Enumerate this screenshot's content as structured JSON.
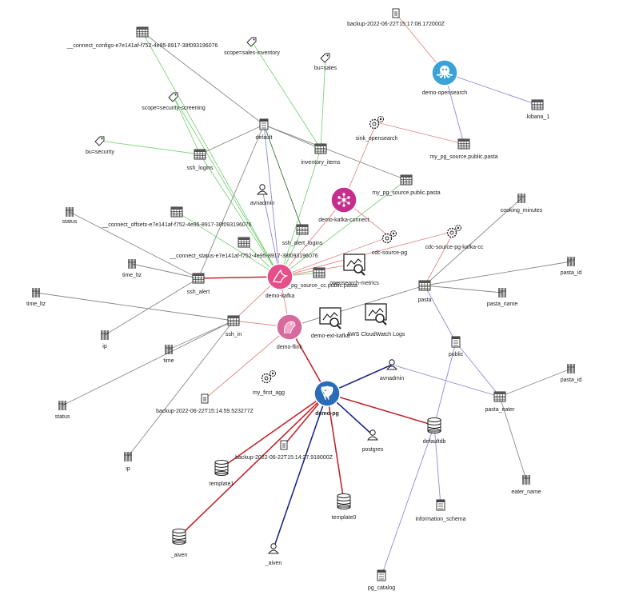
{
  "colors": {
    "kafka": "#e44f89",
    "flink": "#d76a9c",
    "pg": "#2a6cb8",
    "opensearch": "#3aa2d6",
    "kconnect": "#c42f8e",
    "edge_red": "#c0282d",
    "edge_navy": "#1d2a86",
    "edge_green": "#7fd37a",
    "edge_gray": "#8a8a8a",
    "edge_salmon": "#e08b86",
    "edge_lavender": "#8d8ad6",
    "edge_darkgreen": "#3f6e3f"
  },
  "nodes": [
    {
      "id": "connect_configs",
      "icon": "table-icon",
      "label": "__connect_configs-e7e141af-f752-4e95-8917-38f093196076"
    },
    {
      "id": "scope_sales",
      "icon": "tag-icon",
      "label": "scope=sales-inventory"
    },
    {
      "id": "bu_sales",
      "icon": "tag-icon",
      "label": "bu=sales"
    },
    {
      "id": "backup_os",
      "icon": "backup-icon",
      "label": "backup-2022-06-22T15:17:08.172000Z"
    },
    {
      "id": "demo_opensearch",
      "icon": "opensearch-service-icon",
      "label": "demo-opensearch"
    },
    {
      "id": "kibana",
      "icon": "table-icon",
      "label": ".kibana_1"
    },
    {
      "id": "scope_security",
      "icon": "tag-icon",
      "label": "scope=security-screening"
    },
    {
      "id": "default",
      "icon": "schema-icon",
      "label": "default"
    },
    {
      "id": "sink_opensearch",
      "icon": "connector-icon",
      "label": "sink_opensearch"
    },
    {
      "id": "os_pasta",
      "icon": "table-icon",
      "label": "my_pg_source.public.pasta"
    },
    {
      "id": "bu_security",
      "icon": "tag-icon",
      "label": "bu=security"
    },
    {
      "id": "ssh_logins",
      "icon": "table-icon",
      "label": "ssh_logins"
    },
    {
      "id": "inventory_items",
      "icon": "table-icon",
      "label": "inventory_items"
    },
    {
      "id": "mypg_pasta_topic",
      "icon": "table-icon",
      "label": "my_pg_source.public.pasta"
    },
    {
      "id": "avnadmin_kafka",
      "icon": "user-icon",
      "label": "avnadmin"
    },
    {
      "id": "demo_kafka_connect",
      "icon": "kafka-connect-service-icon",
      "label": "demo-kafka-connect"
    },
    {
      "id": "cooking_minutes",
      "icon": "column-icon",
      "label": "cooking_minutes"
    },
    {
      "id": "status1",
      "icon": "column-icon",
      "label": "status"
    },
    {
      "id": "connect_offsets",
      "icon": "table-icon",
      "label": "__connect_offsets-e7e141af-f752-4e95-8917-38f093196076"
    },
    {
      "id": "ssh_alert_logins",
      "icon": "table-icon",
      "label": "ssh_alert_logins"
    },
    {
      "id": "cdc_source_pg_kafka_cc",
      "icon": "connector-icon",
      "label": "cdc-source-pg-kafka-cc"
    },
    {
      "id": "cdc_source_pg",
      "icon": "connector-icon",
      "label": "cdc-source-pg"
    },
    {
      "id": "connect_status",
      "icon": "table-icon",
      "label": "__connect_status-e7e141af-f752-4e95-8917-38f093196076"
    },
    {
      "id": "time_ltz1",
      "icon": "column-icon",
      "label": "time_ltz"
    },
    {
      "id": "pasta_id1",
      "icon": "column-icon",
      "label": "pasta_id"
    },
    {
      "id": "my_pg_source_cc",
      "icon": "table-icon",
      "label": "my_pg_source_cc.public.pasta"
    },
    {
      "id": "opensearch_metrics",
      "icon": "integration-icon",
      "label": "opensearch-metrics"
    },
    {
      "id": "ssh_alert",
      "icon": "table-icon",
      "label": "ssh_alert"
    },
    {
      "id": "demo_kafka",
      "icon": "kafka-service-icon",
      "label": "demo-kafka"
    },
    {
      "id": "pasta",
      "icon": "table-icon",
      "label": "pasta"
    },
    {
      "id": "pasta_name",
      "icon": "column-icon",
      "label": "pasta_name"
    },
    {
      "id": "time_ltz2",
      "icon": "column-icon",
      "label": "time_ltz"
    },
    {
      "id": "demo_ext_kafka",
      "icon": "integration-icon",
      "label": "demo-ext-kafka"
    },
    {
      "id": "aws_cloudwatch",
      "icon": "integration-icon",
      "label": "AWS CloudWatch Logs"
    },
    {
      "id": "ssh_in",
      "icon": "table-icon",
      "label": "ssh_in"
    },
    {
      "id": "demo_flink",
      "icon": "flink-service-icon",
      "label": "demo-flink"
    },
    {
      "id": "ip1",
      "icon": "column-icon",
      "label": "ip"
    },
    {
      "id": "time",
      "icon": "column-icon",
      "label": "time"
    },
    {
      "id": "public",
      "icon": "schema-icon",
      "label": "public"
    },
    {
      "id": "avnadmin_pg",
      "icon": "user-icon",
      "label": "avnadmin"
    },
    {
      "id": "pasta_id2",
      "icon": "column-icon",
      "label": "pasta_id"
    },
    {
      "id": "my_first_agg",
      "icon": "connector-icon",
      "label": "my_first_agg"
    },
    {
      "id": "backup_kafka",
      "icon": "backup-icon",
      "label": "backup-2022-06-22T15:14:59.523277Z"
    },
    {
      "id": "demo_pg",
      "icon": "postgres-service-icon",
      "label": "demo-pg"
    },
    {
      "id": "pasta_eater",
      "icon": "table-icon",
      "label": "pasta_eater"
    },
    {
      "id": "status2",
      "icon": "column-icon",
      "label": "status"
    },
    {
      "id": "defaultdb",
      "icon": "database-icon",
      "label": "defaultdb"
    },
    {
      "id": "postgres",
      "icon": "user-icon",
      "label": "postgres"
    },
    {
      "id": "backup_pg",
      "icon": "backup-icon",
      "label": "backup-2022-06-22T15:14:27.918000Z"
    },
    {
      "id": "ip2",
      "icon": "column-icon",
      "label": "ip"
    },
    {
      "id": "template1",
      "icon": "database-icon",
      "label": "template1"
    },
    {
      "id": "eater_name",
      "icon": "column-icon",
      "label": "eater_name"
    },
    {
      "id": "template0",
      "icon": "database-icon",
      "label": "template0"
    },
    {
      "id": "information_schema",
      "icon": "schema-icon",
      "label": "information_schema"
    },
    {
      "id": "aiven_db",
      "icon": "database-icon",
      "label": "_aiven"
    },
    {
      "id": "aiven_user",
      "icon": "user-icon",
      "label": "_aiven"
    },
    {
      "id": "pg_catalog",
      "icon": "schema-icon",
      "label": "pg_catalog"
    }
  ],
  "edges": [
    {
      "from": "backup_os",
      "to": "demo_opensearch",
      "color": "edge_salmon"
    },
    {
      "from": "demo_opensearch",
      "to": "kibana",
      "color": "edge_lavender"
    },
    {
      "from": "demo_opensearch",
      "to": "os_pasta",
      "color": "edge_lavender"
    },
    {
      "from": "connect_configs",
      "to": "demo_kafka",
      "color": "edge_green"
    },
    {
      "from": "connect_configs",
      "to": "default",
      "color": "edge_gray"
    },
    {
      "from": "scope_sales",
      "to": "inventory_items",
      "color": "edge_green"
    },
    {
      "from": "bu_sales",
      "to": "inventory_items",
      "color": "edge_green"
    },
    {
      "from": "scope_security",
      "to": "ssh_logins",
      "color": "edge_green"
    },
    {
      "from": "scope_security",
      "to": "demo_kafka",
      "color": "edge_green"
    },
    {
      "from": "bu_security",
      "to": "ssh_logins",
      "color": "edge_green"
    },
    {
      "from": "default",
      "to": "ssh_logins",
      "color": "edge_gray"
    },
    {
      "from": "default",
      "to": "inventory_items",
      "color": "edge_gray"
    },
    {
      "from": "default",
      "to": "mypg_pasta_topic",
      "color": "edge_gray"
    },
    {
      "from": "default",
      "to": "ssh_alert",
      "color": "edge_gray"
    },
    {
      "from": "default",
      "to": "ssh_alert_logins",
      "color": "edge_darkgreen"
    },
    {
      "from": "default",
      "to": "demo_kafka",
      "color": "edge_lavender"
    },
    {
      "from": "inventory_items",
      "to": "demo_kafka",
      "color": "edge_green"
    },
    {
      "from": "ssh_logins",
      "to": "demo_kafka",
      "color": "edge_green"
    },
    {
      "from": "mypg_pasta_topic",
      "to": "demo_kafka",
      "color": "edge_green"
    },
    {
      "from": "connect_offsets",
      "to": "demo_kafka",
      "color": "edge_green"
    },
    {
      "from": "connect_status",
      "to": "demo_kafka",
      "color": "edge_green"
    },
    {
      "from": "ssh_alert_logins",
      "to": "demo_kafka",
      "color": "edge_green"
    },
    {
      "from": "my_pg_source_cc",
      "to": "demo_kafka",
      "color": "edge_green"
    },
    {
      "from": "sink_opensearch",
      "to": "os_pasta",
      "color": "edge_salmon"
    },
    {
      "from": "sink_opensearch",
      "to": "demo_kafka_connect",
      "color": "edge_salmon"
    },
    {
      "from": "demo_kafka_connect",
      "to": "demo_kafka",
      "color": "edge_salmon"
    },
    {
      "from": "demo_kafka_connect",
      "to": "cdc_source_pg",
      "color": "edge_salmon"
    },
    {
      "from": "cdc_source_pg_kafka_cc",
      "to": "demo_kafka",
      "color": "edge_salmon"
    },
    {
      "from": "cdc_source_pg_kafka_cc",
      "to": "pasta",
      "color": "edge_salmon"
    },
    {
      "from": "cdc_source_pg",
      "to": "demo_kafka",
      "color": "edge_salmon"
    },
    {
      "from": "ssh_alert",
      "to": "demo_kafka",
      "color": "edge_red"
    },
    {
      "from": "ssh_alert",
      "to": "ip1",
      "color": "edge_gray"
    },
    {
      "from": "ssh_alert",
      "to": "status1",
      "color": "edge_gray"
    },
    {
      "from": "ssh_alert",
      "to": "time_ltz1",
      "color": "edge_gray"
    },
    {
      "from": "demo_kafka",
      "to": "demo_flink",
      "color": "edge_salmon"
    },
    {
      "from": "demo_kafka",
      "to": "opensearch_metrics",
      "color": "edge_salmon"
    },
    {
      "from": "ssh_in",
      "to": "demo_kafka",
      "color": "edge_salmon"
    },
    {
      "from": "ssh_in",
      "to": "time_ltz2",
      "color": "edge_gray"
    },
    {
      "from": "ssh_in",
      "to": "time",
      "color": "edge_gray"
    },
    {
      "from": "ssh_in",
      "to": "status2",
      "color": "edge_gray"
    },
    {
      "from": "ssh_in",
      "to": "ip2",
      "color": "edge_gray"
    },
    {
      "from": "demo_flink",
      "to": "backup_kafka",
      "color": "edge_salmon"
    },
    {
      "from": "demo_flink",
      "to": "demo_pg",
      "color": "edge_red"
    },
    {
      "from": "demo_flink",
      "to": "ssh_in",
      "color": "edge_salmon"
    },
    {
      "from": "pasta",
      "to": "cooking_minutes",
      "color": "edge_gray"
    },
    {
      "from": "pasta",
      "to": "pasta_id1",
      "color": "edge_gray"
    },
    {
      "from": "pasta",
      "to": "pasta_name",
      "color": "edge_gray"
    },
    {
      "from": "pasta",
      "to": "demo_flink",
      "color": "edge_gray"
    },
    {
      "from": "pasta",
      "to": "public",
      "color": "edge_lavender"
    },
    {
      "from": "public",
      "to": "pasta_eater",
      "color": "edge_lavender"
    },
    {
      "from": "public",
      "to": "defaultdb",
      "color": "edge_lavender"
    },
    {
      "from": "avnadmin_pg",
      "to": "demo_pg",
      "color": "edge_navy"
    },
    {
      "from": "avnadmin_pg",
      "to": "pasta_eater",
      "color": "edge_lavender"
    },
    {
      "from": "pasta_eater",
      "to": "pasta_id2",
      "color": "edge_gray"
    },
    {
      "from": "pasta_eater",
      "to": "eater_name",
      "color": "edge_gray"
    },
    {
      "from": "demo_pg",
      "to": "defaultdb",
      "color": "edge_red"
    },
    {
      "from": "demo_pg",
      "to": "postgres",
      "color": "edge_navy"
    },
    {
      "from": "demo_pg",
      "to": "template1",
      "color": "edge_red"
    },
    {
      "from": "demo_pg",
      "to": "template0",
      "color": "edge_red"
    },
    {
      "from": "demo_pg",
      "to": "aiven_db",
      "color": "edge_red"
    },
    {
      "from": "demo_pg",
      "to": "aiven_user",
      "color": "edge_navy"
    },
    {
      "from": "demo_pg",
      "to": "backup_pg",
      "color": "edge_red"
    },
    {
      "from": "defaultdb",
      "to": "information_schema",
      "color": "edge_lavender"
    },
    {
      "from": "defaultdb",
      "to": "pg_catalog",
      "color": "edge_lavender"
    },
    {
      "from": "avnadmin_kafka",
      "to": "demo_kafka",
      "color": "edge_lavender"
    }
  ]
}
